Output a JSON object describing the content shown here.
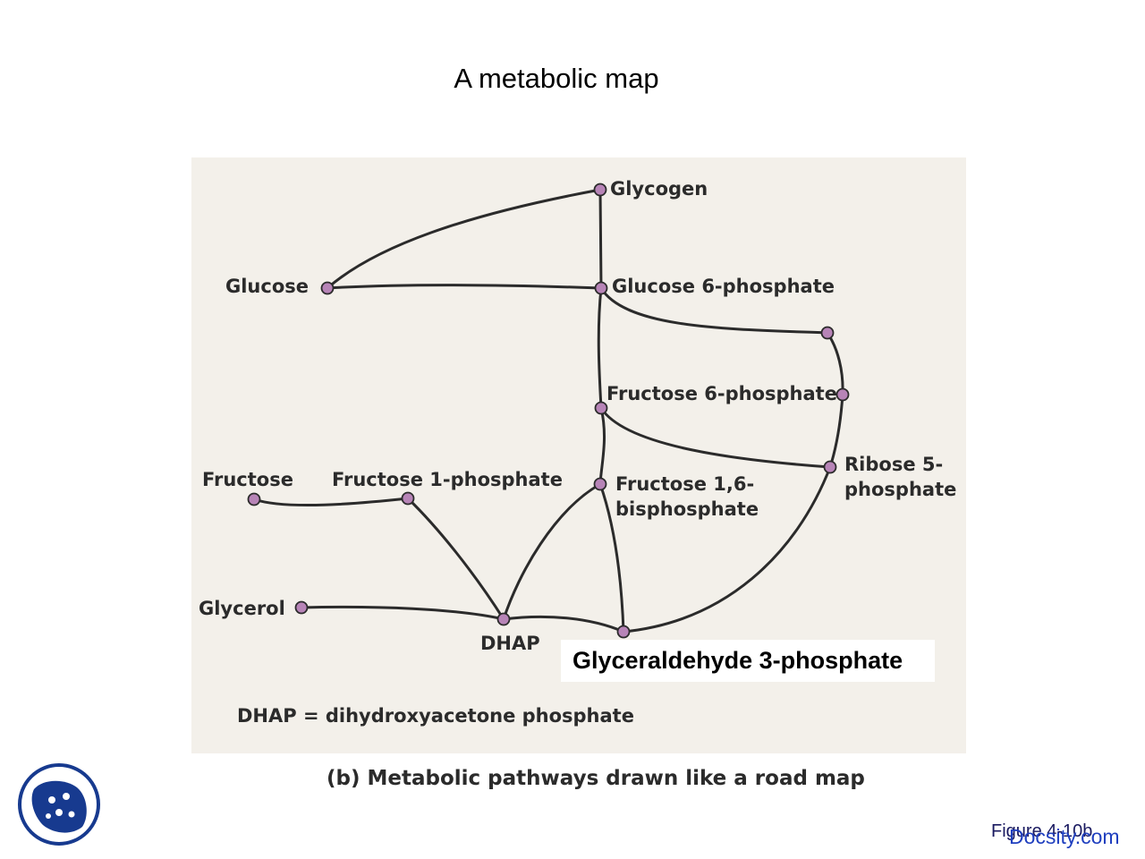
{
  "slide": {
    "title": "A metabolic map"
  },
  "diagram": {
    "nodes": [
      {
        "id": "glycogen",
        "label": "Glycogen"
      },
      {
        "id": "glucose",
        "label": "Glucose"
      },
      {
        "id": "g6p",
        "label": "Glucose 6-phosphate"
      },
      {
        "id": "ppp-intermediate",
        "label": ""
      },
      {
        "id": "ppp-f6p-junction",
        "label": ""
      },
      {
        "id": "f6p",
        "label": "Fructose 6-phosphate"
      },
      {
        "id": "r5p",
        "label_line1": "Ribose 5-",
        "label_line2": "phosphate"
      },
      {
        "id": "fructose",
        "label": "Fructose"
      },
      {
        "id": "f1p",
        "label": "Fructose 1-phosphate"
      },
      {
        "id": "f16bp",
        "label_line1": "Fructose 1,6-",
        "label_line2": "bisphosphate"
      },
      {
        "id": "glycerol",
        "label": "Glycerol"
      },
      {
        "id": "dhap",
        "label": "DHAP"
      },
      {
        "id": "g3p",
        "label": "Glyceraldehyde 3-phosphate"
      }
    ],
    "edges": [
      [
        "glucose",
        "glycogen"
      ],
      [
        "glycogen",
        "g6p"
      ],
      [
        "glucose",
        "g6p"
      ],
      [
        "g6p",
        "ppp-intermediate"
      ],
      [
        "ppp-intermediate",
        "ppp-f6p-junction"
      ],
      [
        "ppp-f6p-junction",
        "r5p"
      ],
      [
        "g6p",
        "f6p"
      ],
      [
        "f6p",
        "r5p"
      ],
      [
        "f6p",
        "f16bp"
      ],
      [
        "fructose",
        "f1p"
      ],
      [
        "f1p",
        "dhap"
      ],
      [
        "f16bp",
        "dhap"
      ],
      [
        "f16bp",
        "g3p"
      ],
      [
        "glycerol",
        "dhap"
      ],
      [
        "dhap",
        "g3p"
      ],
      [
        "r5p",
        "g3p"
      ]
    ],
    "node_color": "#b784b7",
    "edge_color": "#2b2b2b",
    "footnote": "DHAP = dihydroxyacetone phosphate",
    "caption": "(b) Metabolic pathways drawn like a road map"
  },
  "footer": {
    "figure_number": "Figure 4-10b",
    "watermark": "Docsity.com",
    "logo_icon": "docsity-logo-icon"
  }
}
